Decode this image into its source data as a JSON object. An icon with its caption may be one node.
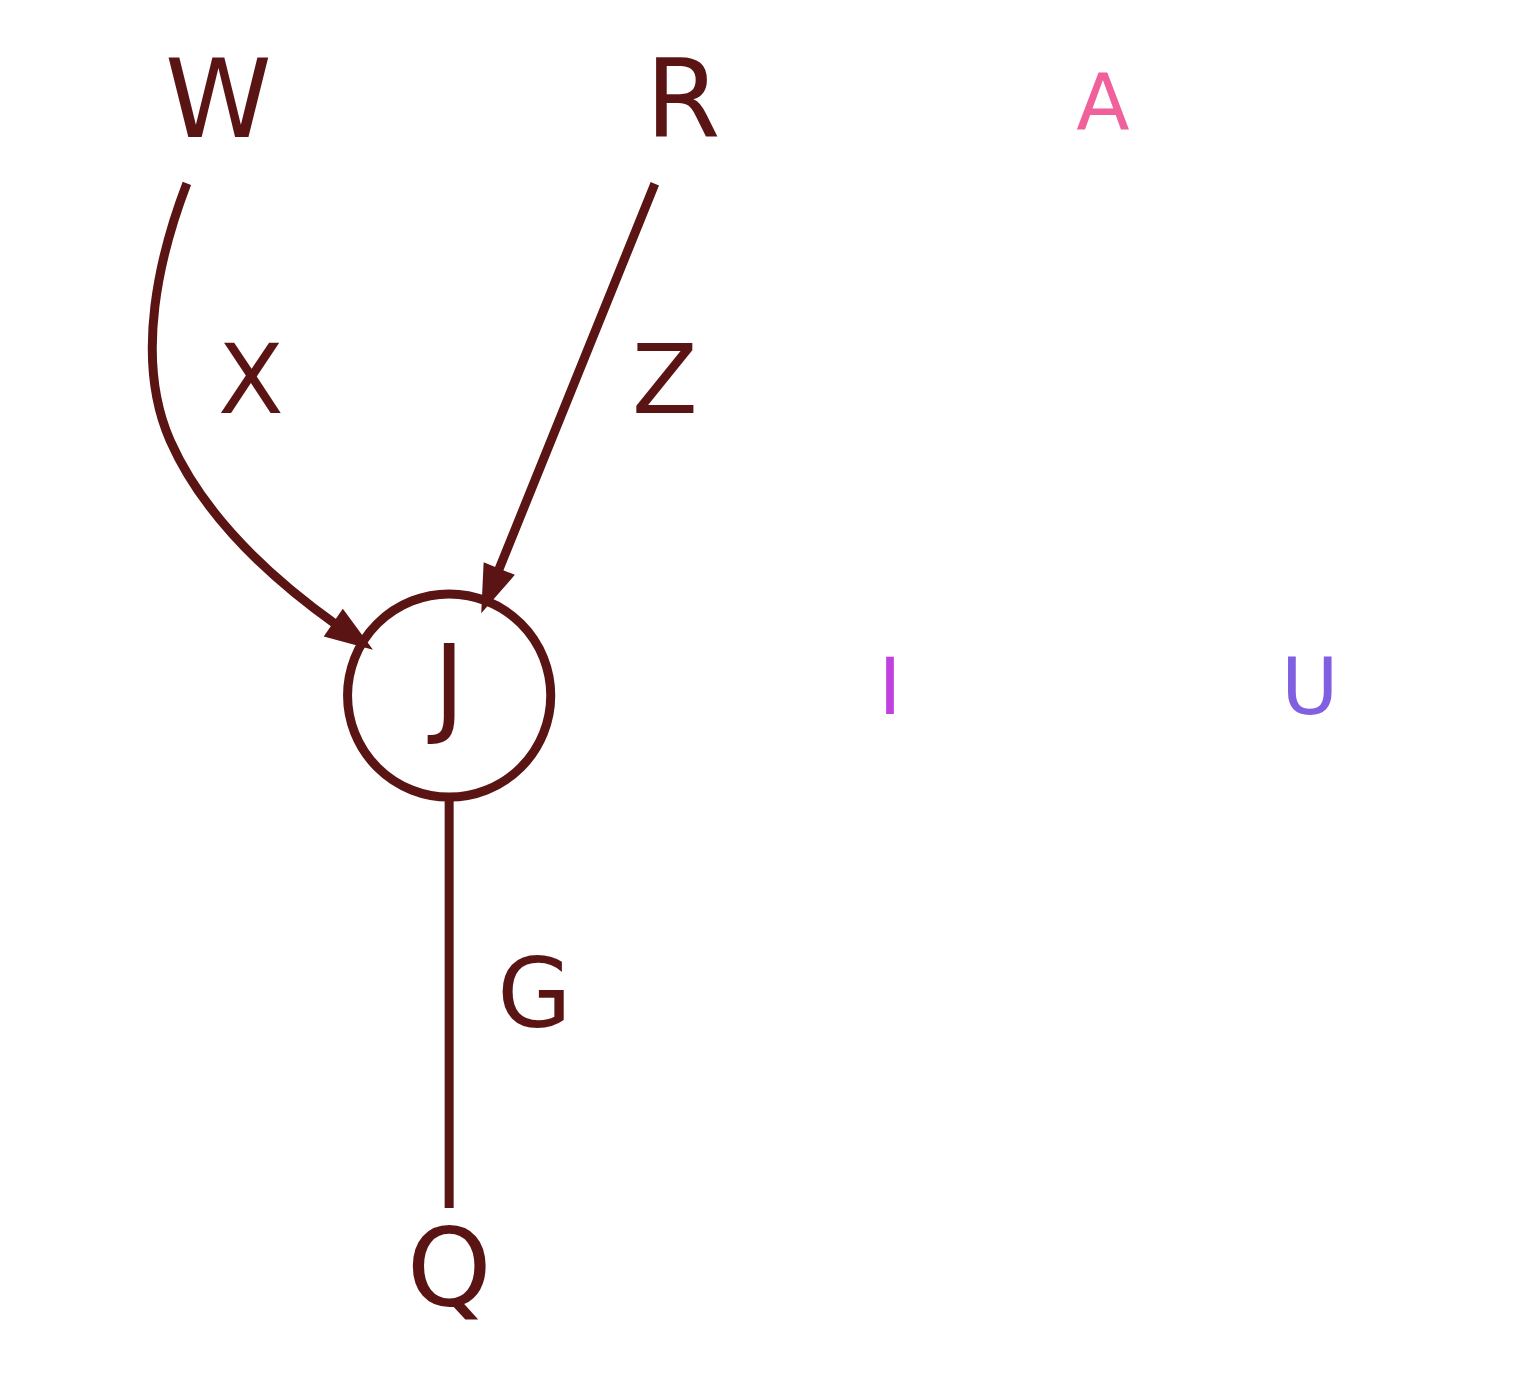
{
  "diagram": {
    "nodes": [
      {
        "text": [
          "W"
        ]
      },
      {
        "text": [
          "R"
        ]
      },
      {
        "text": [
          "J"
        ]
      },
      {
        "text": [
          "Q"
        ]
      }
    ],
    "edges": [
      {
        "from": 0,
        "to": 2,
        "arrow": "to",
        "label": "X"
      },
      {
        "from": 1,
        "to": 2,
        "arrow": "to",
        "label": "Z"
      },
      {
        "from": 2,
        "to": 3,
        "arrow": "none",
        "label": "G"
      }
    ],
    "labels": [
      "A",
      "I",
      "U"
    ]
  }
}
